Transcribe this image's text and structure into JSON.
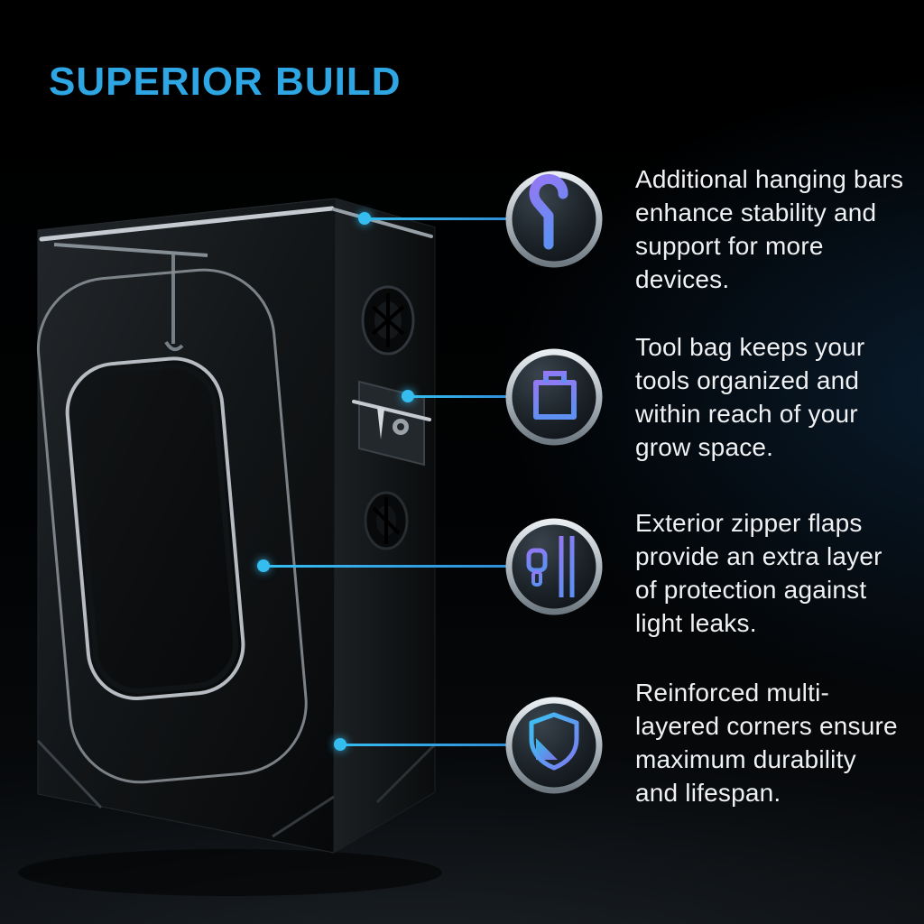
{
  "page": {
    "title": "SUPERIOR BUILD"
  },
  "colors": {
    "accent_blue": "#2fa6e4",
    "connector_cyan": "#35bdf0",
    "glyph_purple": "#9378f4",
    "glyph_cyan": "#38c3f2",
    "body_text": "#f0f1f3",
    "background": "#000000"
  },
  "features": [
    {
      "icon": "hook-icon",
      "text": "Additional hanging bars enhance stability and support for more devices."
    },
    {
      "icon": "tool-bag-icon",
      "text": "Tool bag keeps your tools organized and within reach of your grow space."
    },
    {
      "icon": "zipper-icon",
      "text": "Exterior zipper flaps provide an extra layer of protection against light leaks."
    },
    {
      "icon": "shield-icon",
      "text": "Reinforced multi-layered corners ensure maximum durability and lifespan."
    }
  ]
}
